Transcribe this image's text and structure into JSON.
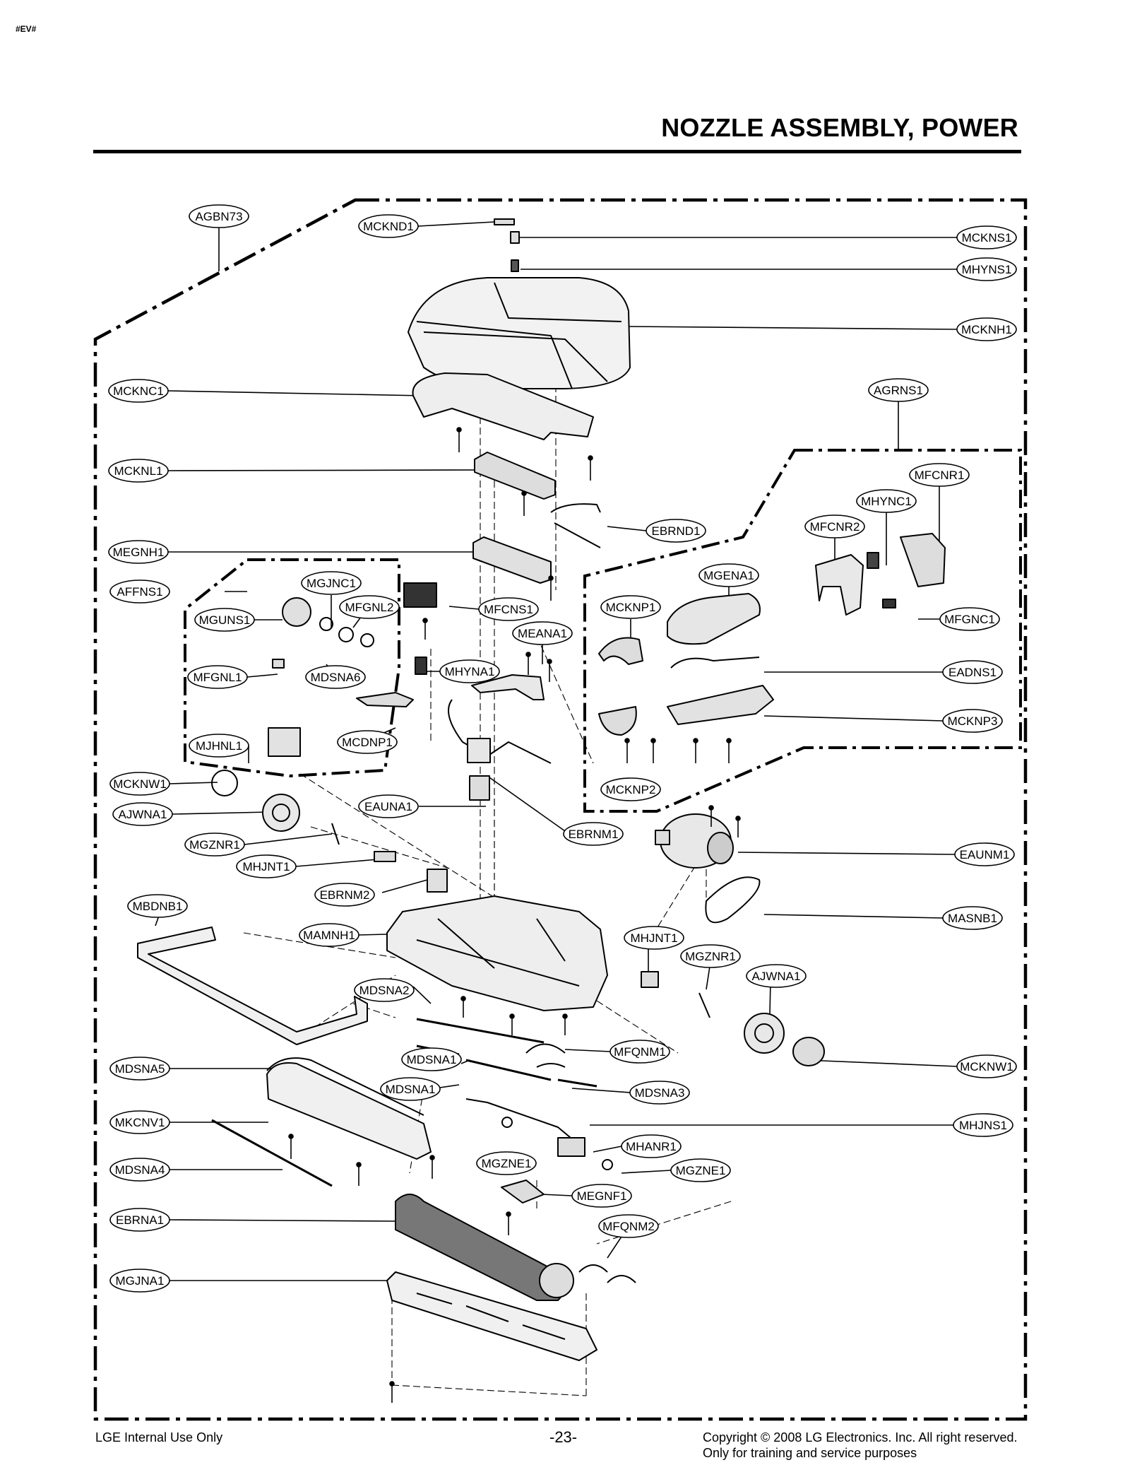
{
  "header": {
    "corner_mark": "#EV#",
    "title": "NOZZLE ASSEMBLY, POWER"
  },
  "callouts": {
    "AGBN73": "AGBN73",
    "MCKND1": "MCKND1",
    "MCKNS1": "MCKNS1",
    "MHYNS1": "MHYNS1",
    "MCKNH1": "MCKNH1",
    "MCKNC1": "MCKNC1",
    "AGRNS1": "AGRNS1",
    "MCKNL1": "MCKNL1",
    "MFCNR1": "MFCNR1",
    "MHYNC1": "MHYNC1",
    "EBRND1": "EBRND1",
    "MFCNR2": "MFCNR2",
    "MEGNH1": "MEGNH1",
    "MGJNC1": "MGJNC1",
    "MGENA1": "MGENA1",
    "AFFNS1": "AFFNS1",
    "MFGNL2": "MFGNL2",
    "MFCNS1": "MFCNS1",
    "MCKNP1": "MCKNP1",
    "MFGNC1": "MFGNC1",
    "MGUNS1": "MGUNS1",
    "MEANA1": "MEANA1",
    "MFGNL1": "MFGNL1",
    "MDSNA6": "MDSNA6",
    "MHYNA1": "MHYNA1",
    "EADNS1": "EADNS1",
    "MCKNP3": "MCKNP3",
    "MJHNL1": "MJHNL1",
    "MCDNP1": "MCDNP1",
    "MCKNW1_a": "MCKNW1",
    "MCKNP2": "MCKNP2",
    "AJWNA1_a": "AJWNA1",
    "EAUNA1": "EAUNA1",
    "EBRNM1": "EBRNM1",
    "MGZNR1_a": "MGZNR1",
    "EAUNM1": "EAUNM1",
    "MHJNT1_a": "MHJNT1",
    "EBRNM2": "EBRNM2",
    "MBDNB1": "MBDNB1",
    "MASNB1": "MASNB1",
    "MAMNH1": "MAMNH1",
    "MHJNT1_b": "MHJNT1",
    "MGZNR1_b": "MGZNR1",
    "AJWNA1_b": "AJWNA1",
    "MDSNA2": "MDSNA2",
    "MFQNM1": "MFQNM1",
    "MDSNA5": "MDSNA5",
    "MDSNA1_a": "MDSNA1",
    "MCKNW1_b": "MCKNW1",
    "MDSNA1_b": "MDSNA1",
    "MDSNA3": "MDSNA3",
    "MKCNV1": "MKCNV1",
    "MHJNS1": "MHJNS1",
    "MHANR1": "MHANR1",
    "MGZNE1_a": "MGZNE1",
    "MDSNA4": "MDSNA4",
    "MGZNE1_b": "MGZNE1",
    "MEGNF1": "MEGNF1",
    "EBRNA1": "EBRNA1",
    "MFQNM2": "MFQNM2",
    "MGJNA1": "MGJNA1"
  },
  "footer": {
    "left": "LGE Internal Use Only",
    "page": "-23-",
    "right_line1": "Copyright © 2008 LG Electronics. Inc. All right reserved.",
    "right_line2": "Only for training and service purposes"
  }
}
